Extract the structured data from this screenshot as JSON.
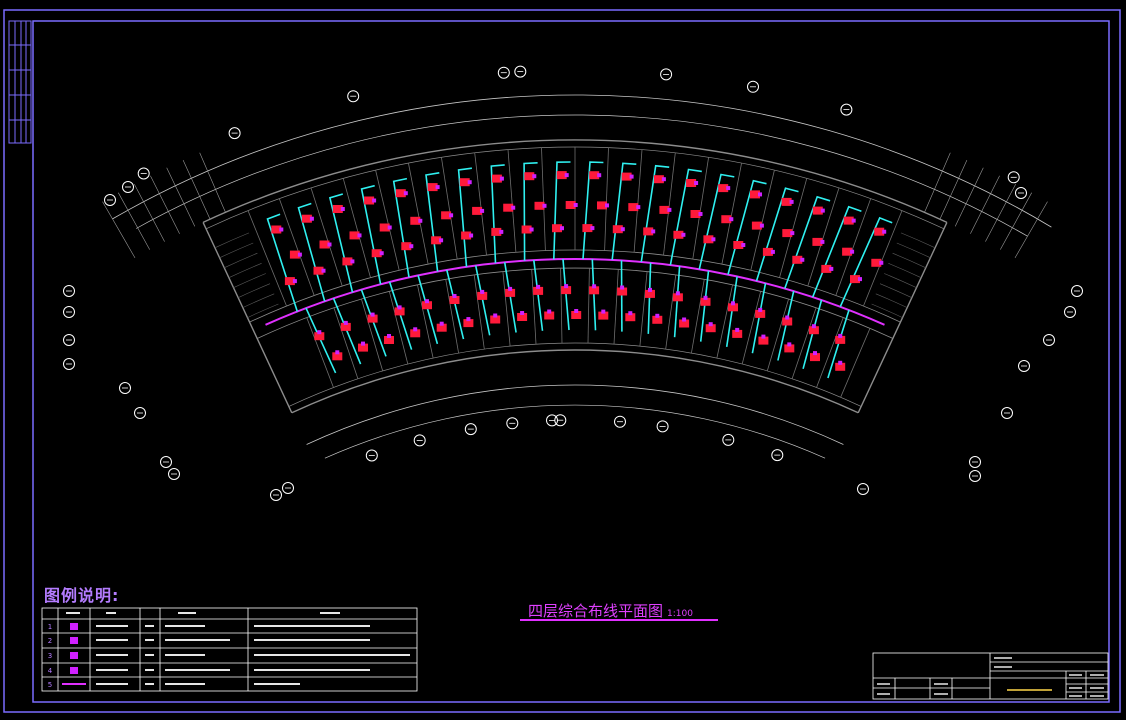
{
  "drawing": {
    "title": "四层综合布线平面图",
    "scale": "1:100",
    "legend_heading": "图例说明:"
  },
  "colors": {
    "sheet_frame": "#7b6cff",
    "walls": "#8c8c8c",
    "cabling": "#2ff0f0",
    "outlets": "#ff1a3a",
    "outlet_marker": "#d020ff",
    "backbone": "#e030ff",
    "grid_bubbles": "#ffffff",
    "legend_text": "#b47cff"
  },
  "legend_table": {
    "row_numbers": [
      "1",
      "2",
      "3",
      "4",
      "5"
    ]
  }
}
